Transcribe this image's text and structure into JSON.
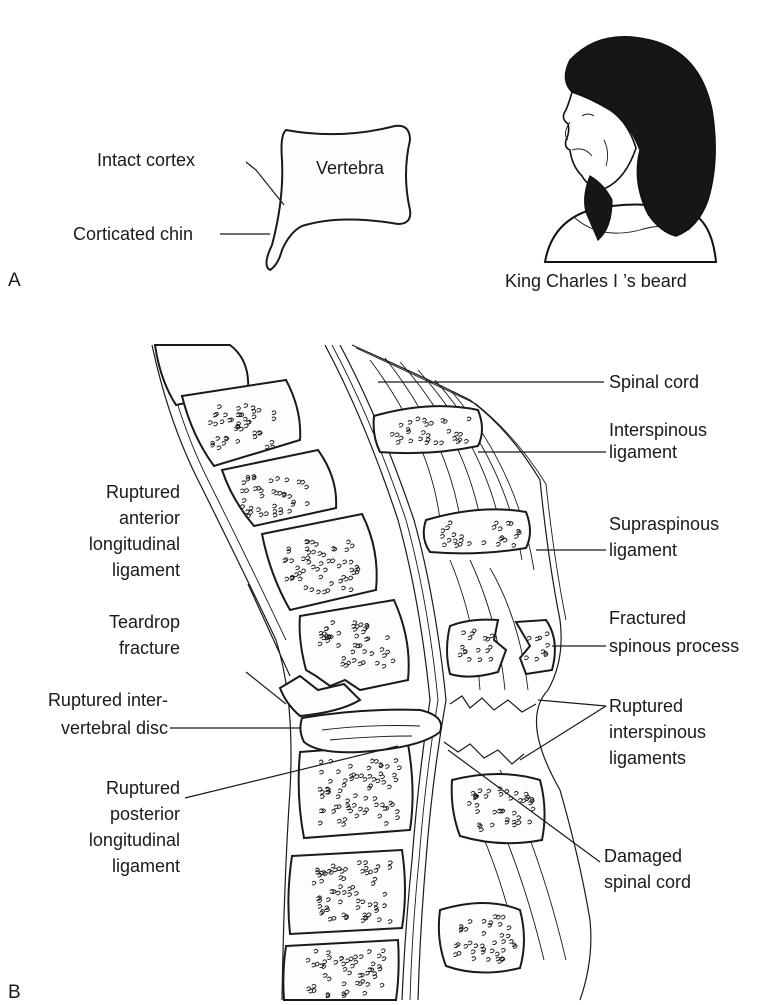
{
  "panel_a": {
    "letter": "A",
    "vertebra_label": "Vertebra",
    "intact_cortex": "Intact cortex",
    "corticated_chin": "Corticated chin",
    "caption": "King Charles I ’s beard"
  },
  "panel_b": {
    "letter": "B",
    "spinal_cord": "Spinal cord",
    "interspinous_ligament": [
      "Interspinous",
      "ligament"
    ],
    "supraspinous_ligament": [
      "Supraspinous",
      "ligament"
    ],
    "fractured_spinous_process": [
      "Fractured",
      "spinous process"
    ],
    "ruptured_interspinous_ligaments": [
      "Ruptured",
      "interspinous",
      "ligaments"
    ],
    "damaged_spinal_cord": [
      "Damaged",
      "spinal cord"
    ],
    "ruptured_anterior_longitudinal_ligament": [
      "Ruptured",
      "anterior",
      "longitudinal",
      "ligament"
    ],
    "teardrop_fracture": [
      "Teardrop",
      "fracture"
    ],
    "ruptured_intervertebral_disc": [
      "Ruptured inter-",
      "vertebral disc"
    ],
    "ruptured_posterior_longitudinal_ligament": [
      "Ruptured",
      "posterior",
      "longitudinal",
      "ligament"
    ]
  }
}
